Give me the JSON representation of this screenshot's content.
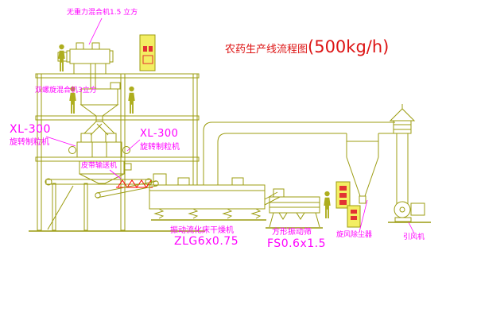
{
  "title": {
    "text": "农药生产线流程图",
    "capacity": "(500kg/h)"
  },
  "labels": {
    "mixer1": "无重力混合机1.5 立方",
    "mixer2": "双螺旋混合机3立方",
    "granulator_left_model": "XL-300",
    "granulator_left_name": "旋转制粒机",
    "granulator_mid_model": "XL-300",
    "granulator_mid_name": "旋转制粒机",
    "belt_conveyor": "皮带输送机",
    "dryer_name": "振动流化床干燥机",
    "dryer_model": "ZLG6x0.75",
    "sieve_name": "方形振动筛",
    "sieve_model": "FS0.6x1.5",
    "cyclone": "旋风除尘器",
    "fan": "引风机"
  },
  "colors": {
    "equipment_line": "#9c9c10",
    "label_text": "#ff00ff",
    "title_text": "#dd1414",
    "hatch": "#ff0000",
    "cabinet_fill": "#f3ee63"
  }
}
